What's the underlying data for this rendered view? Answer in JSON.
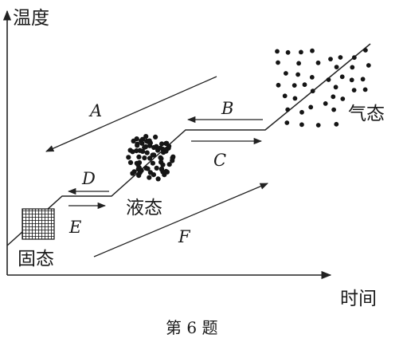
{
  "axes": {
    "y_label": "温度",
    "x_label": "时间"
  },
  "states": {
    "solid": "固态",
    "liquid": "液态",
    "gas": "气态"
  },
  "processes": [
    "A",
    "B",
    "C",
    "D",
    "E",
    "F"
  ],
  "caption": "第 6 题"
}
